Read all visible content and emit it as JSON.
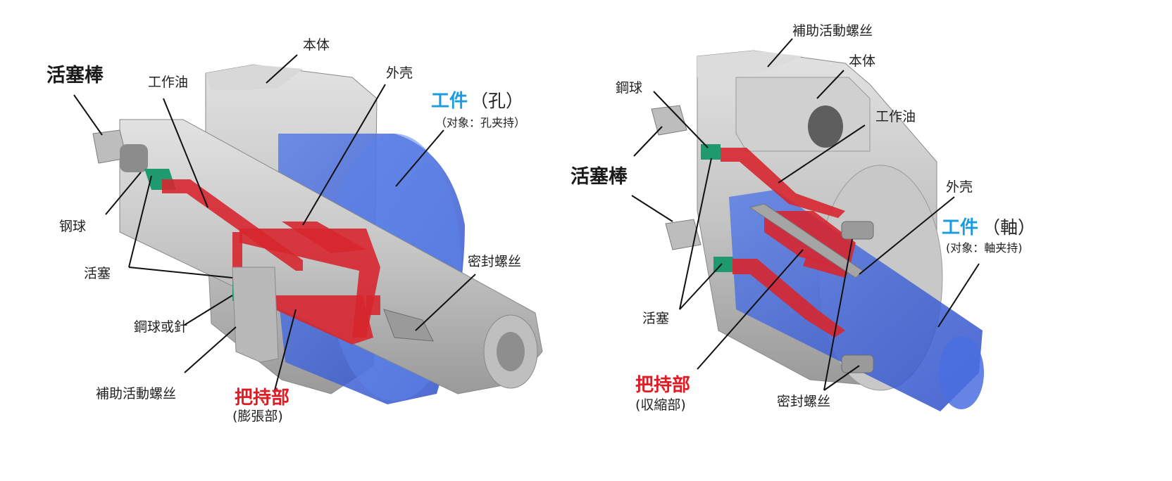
{
  "left": {
    "labels": {
      "piston_rod": "活塞棒",
      "oil": "工作油",
      "body": "本体",
      "shell": "外壳",
      "workpiece": "工件",
      "workpiece_hole": "（孔）",
      "workpiece_note": "（对象：孔夹持）",
      "steel_ball": "钢球",
      "piston": "活塞",
      "ball_or_needle": "鋼球或針",
      "aux_screw": "補助活動螺丝",
      "seal_screw": "密封螺丝",
      "grip": "把持部",
      "grip_note": "(膨張部)"
    }
  },
  "right": {
    "labels": {
      "aux_screw": "補助活動螺丝",
      "body": "本体",
      "steel_ball": "鋼球",
      "oil": "工作油",
      "piston_rod": "活塞棒",
      "shell": "外壳",
      "workpiece": "工件",
      "workpiece_shaft": "（軸）",
      "workpiece_note": "(对象：軸夹持)",
      "piston": "活塞",
      "grip": "把持部",
      "grip_note": "(収縮部)",
      "seal_screw": "密封螺丝"
    }
  },
  "colors": {
    "housing": "#c9c9c9",
    "housing_dark": "#9e9e9e",
    "oil": "#d7262e",
    "workpiece": "#3a5fd6",
    "piston": "#1f9a6e",
    "grip_text": "#e01b24",
    "work_text": "#1b9be0"
  }
}
